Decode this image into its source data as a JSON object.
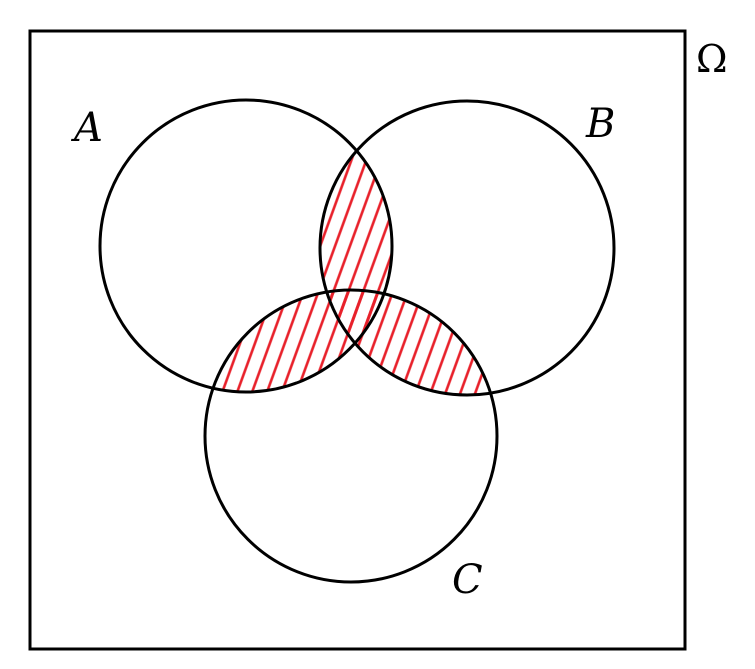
{
  "diagram": {
    "type": "venn",
    "universe_label": "Ω",
    "sets": [
      {
        "key": "a",
        "label": "A"
      },
      {
        "key": "b",
        "label": "B"
      },
      {
        "key": "c",
        "label": "C"
      }
    ],
    "shaded_regions": [
      "A∩B",
      "A∩C",
      "B∩C"
    ],
    "colors": {
      "outline": "#000000",
      "hatch": "#e8202a",
      "background": "#ffffff"
    }
  }
}
